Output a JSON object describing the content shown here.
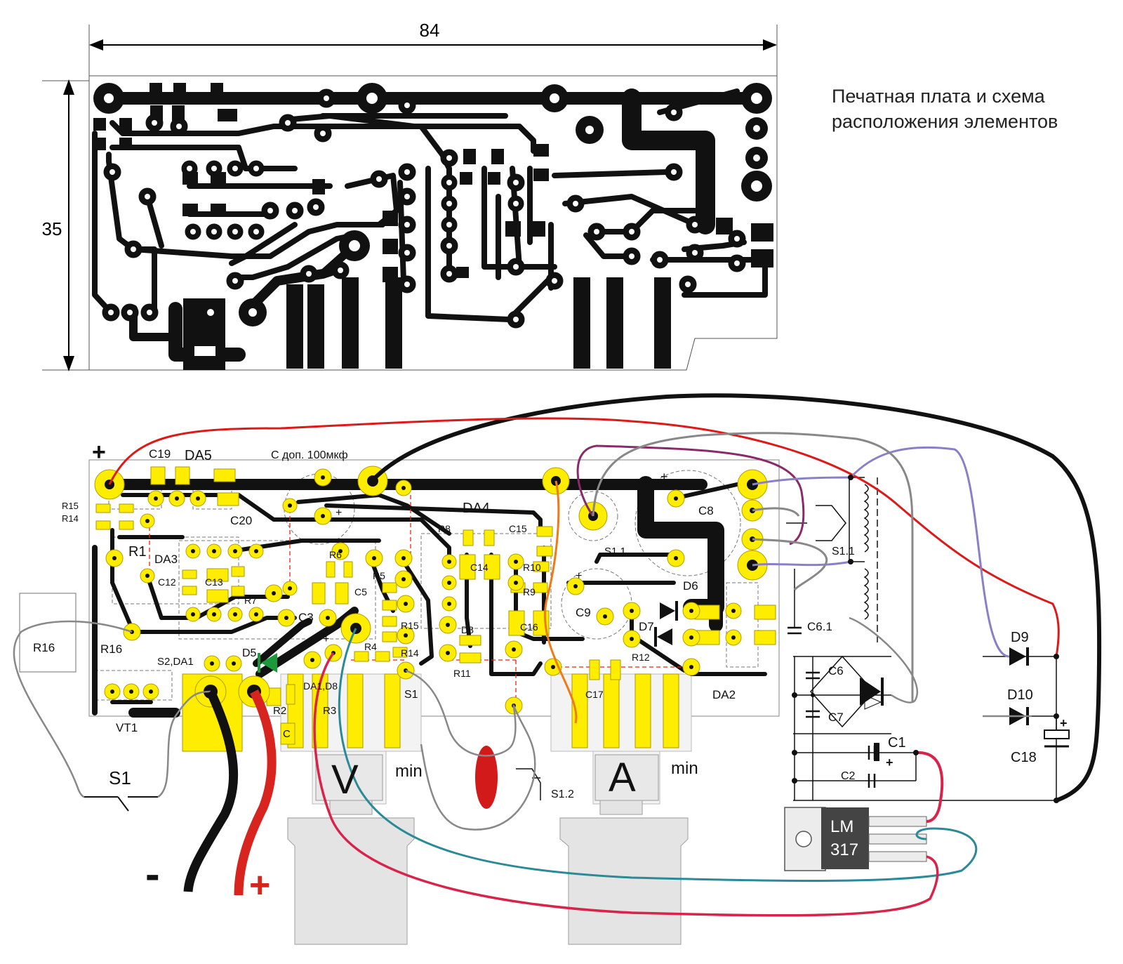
{
  "dimensions": {
    "width": "84",
    "height": "35"
  },
  "caption": {
    "line1": "Печатная плата и схема",
    "line2": "расположения элементов"
  },
  "labels": {
    "C19": "C19",
    "DA5": "DA5",
    "C_extra": "С доп. 100мкф",
    "plus_sign": "+",
    "minus_sign": "-",
    "R15_R14": "R15",
    "R14_side": "R14",
    "C20": "C20",
    "DA4": "DA4",
    "R1": "R1",
    "DA3": "DA3",
    "R8": "R8",
    "C15": "C15",
    "R6": "R6",
    "C12": "C12",
    "C13": "C13",
    "R5": "R5",
    "C14": "C14",
    "R10": "R10",
    "R7": "R7",
    "C5": "C5",
    "R9": "R9",
    "C3": "C3",
    "D8": "D8",
    "C16": "C16",
    "R15": "R15",
    "R16": "R16",
    "S2DA1": "S2,DA1",
    "D5": "D5",
    "R4": "R4",
    "R14": "R14",
    "R11": "R11",
    "DA1D8": "DA1,D8",
    "S1": "S1",
    "R2": "R2",
    "R3": "R3",
    "C": "C",
    "VT1": "VT1",
    "C17": "C17",
    "DA2": "DA2",
    "C8": "C8",
    "S1_1": "S1.1",
    "D6": "D6",
    "C9": "C9",
    "D7": "D7",
    "R12": "R12",
    "V": "V",
    "A": "A",
    "min": "min",
    "S1_2": "S1.2",
    "C6_1": "C6.1",
    "C6": "C6",
    "C7": "C7",
    "C1": "C1",
    "C2": "C2",
    "D9": "D9",
    "D10": "D10",
    "C18": "C18",
    "LM": "LM",
    "num317": "317"
  }
}
